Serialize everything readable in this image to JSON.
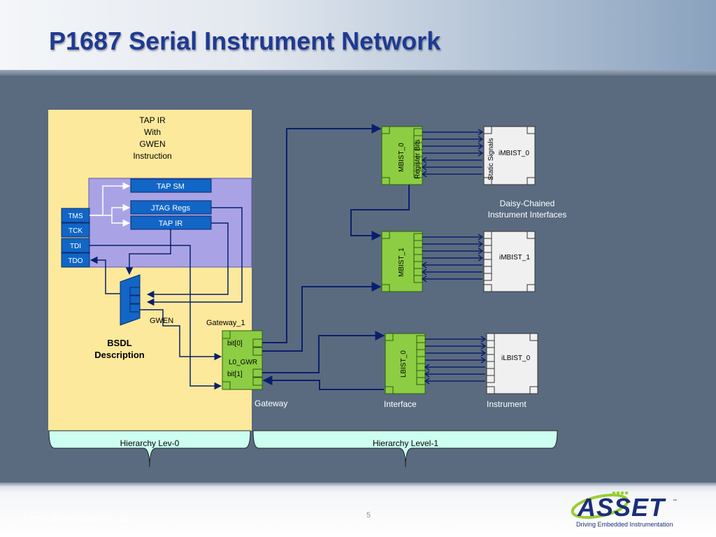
{
  "title": "P1687 Serial Instrument Network",
  "footer": {
    "copyright": "© 2010, ASSET InterTech, Inc.",
    "page": "5"
  },
  "logo": {
    "name": "ASSET",
    "tagline": "Driving Embedded Instrumentation"
  },
  "diagram": {
    "tap_ir_note": [
      "TAP IR",
      "With",
      "GWEN",
      "Instruction"
    ],
    "tap_sm": "TAP SM",
    "jtag_regs": "JTAG Regs",
    "tap_ir": "TAP IR",
    "pins": [
      "TMS",
      "TCK",
      "TDI",
      "TDO"
    ],
    "gwen": "GWEN",
    "gateway_1": "Gateway_1",
    "bsdl": [
      "BSDL",
      "Description"
    ],
    "gateway_bits": [
      "bit[0]",
      "L0_GWR",
      "bit[1]"
    ],
    "gateway_label": "Gateway",
    "mbist_0": "MBIST_0",
    "register_bits": "Register Bits",
    "static_signals": "Static Signals",
    "imbist_0": "iMBIST_0",
    "daisy": [
      "Daisy-Chained",
      "Instrument Interfaces"
    ],
    "mbist_1": "MBIST_1",
    "imbist_1": "iMBIST_1",
    "lbist_0": "LBIST_0",
    "ilbist_0": "iLBIST_0",
    "interface_label": "Interface",
    "instrument_label": "Instrument",
    "hierarchy_0": "Hierarchy Lev-0",
    "hierarchy_1": "Hierarchy Level-1"
  }
}
